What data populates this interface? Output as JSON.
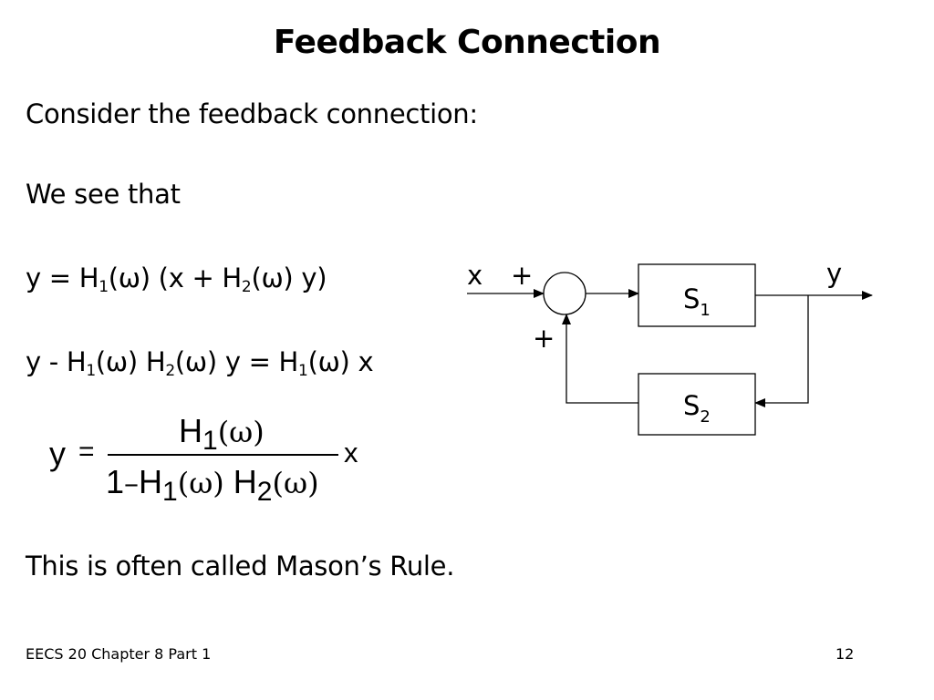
{
  "slide": {
    "title": "Feedback Connection",
    "intro": "Consider the feedback connection:",
    "we_see": "We see that",
    "eq1": {
      "lhs": "y = H",
      "sub_a": "1",
      "mid_a": "(ω) (x + H",
      "sub_b": "2",
      "tail": "(ω) y)"
    },
    "eq2": {
      "lhs": "y - H",
      "sub_a": "1",
      "mid_a": "(ω) H",
      "sub_b": "2",
      "mid_b": "(ω) y = H",
      "sub_c": "1",
      "tail": "(ω) x"
    },
    "eq3": {
      "y": "y",
      "equals": "=",
      "num_H": "H",
      "num_sub": "1",
      "num_omega": "(ω)",
      "den_one": "1",
      "den_minus": "–",
      "den_H1": "H",
      "den_sub1": "1",
      "den_omega1": "(ω)",
      "den_H2": "H",
      "den_sub2": "2",
      "den_omega2": "(ω)",
      "x": "x"
    },
    "conclusion": "This is often called Mason’s Rule."
  },
  "diagram": {
    "input_label": "x",
    "plus_top": "+",
    "plus_feedback": "+",
    "output_label": "y",
    "s1": {
      "letter": "S",
      "sub": "1"
    },
    "s2": {
      "letter": "S",
      "sub": "2"
    }
  },
  "footer": {
    "left": "EECS 20 Chapter 8 Part 1",
    "page": "12"
  }
}
